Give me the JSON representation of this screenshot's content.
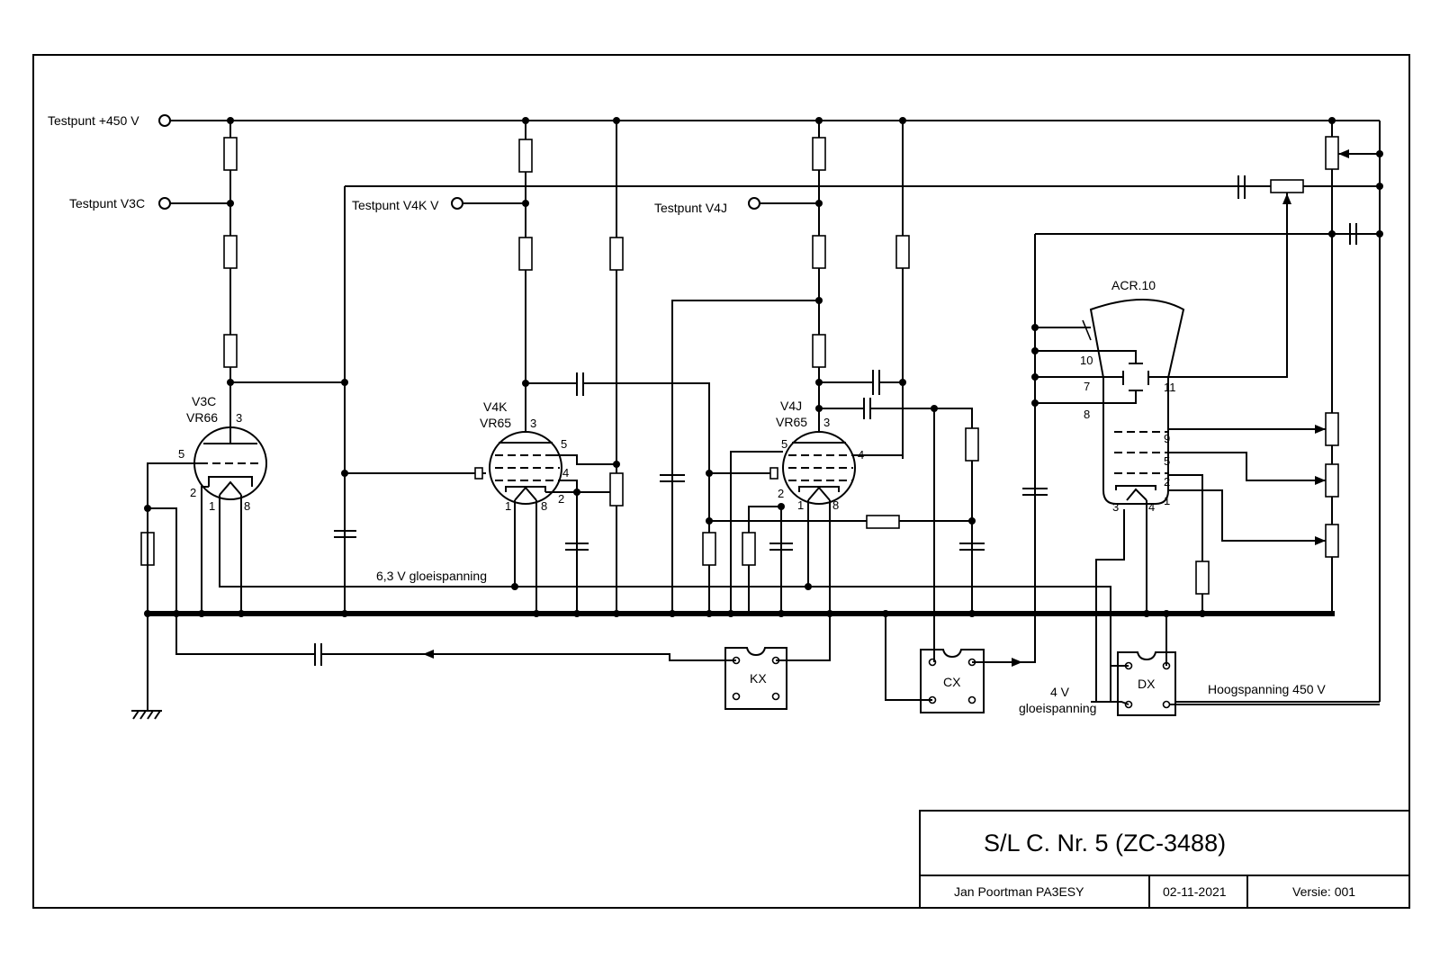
{
  "labels": {
    "tp450": "Testpunt +450 V",
    "tpV3C": "Testpunt V3C",
    "tpV4K": "Testpunt V4K V",
    "tpV4J": "Testpunt V4J",
    "filament63": "6,3 V gloeispanning",
    "filament4_line1": "4 V",
    "filament4_line2": "gloeispanning",
    "hv": "Hoogspanning 450 V",
    "crt": "ACR.10"
  },
  "tubes": {
    "v3c": {
      "name": "V3C",
      "type": "VR66"
    },
    "v4k": {
      "name": "V4K",
      "type": "VR65"
    },
    "v4j": {
      "name": "V4J",
      "type": "VR65"
    }
  },
  "connectors": {
    "kx": "KX",
    "cx": "CX",
    "dx": "DX"
  },
  "pins": {
    "v3c": [
      "3",
      "5",
      "2",
      "1",
      "8"
    ],
    "v4k": [
      "3",
      "5",
      "4",
      "2",
      "1",
      "8"
    ],
    "v4j": [
      "3",
      "5",
      "4",
      "2",
      "1",
      "8"
    ],
    "crt": [
      "10",
      "7",
      "8",
      "11",
      "9",
      "5",
      "2",
      "1",
      "3",
      "4"
    ]
  },
  "title_block": {
    "title": "S/L C. Nr. 5 (ZC-3488)",
    "author": "Jan Poortman   PA3ESY",
    "date": "02-11-2021",
    "version": "Versie:  001"
  }
}
